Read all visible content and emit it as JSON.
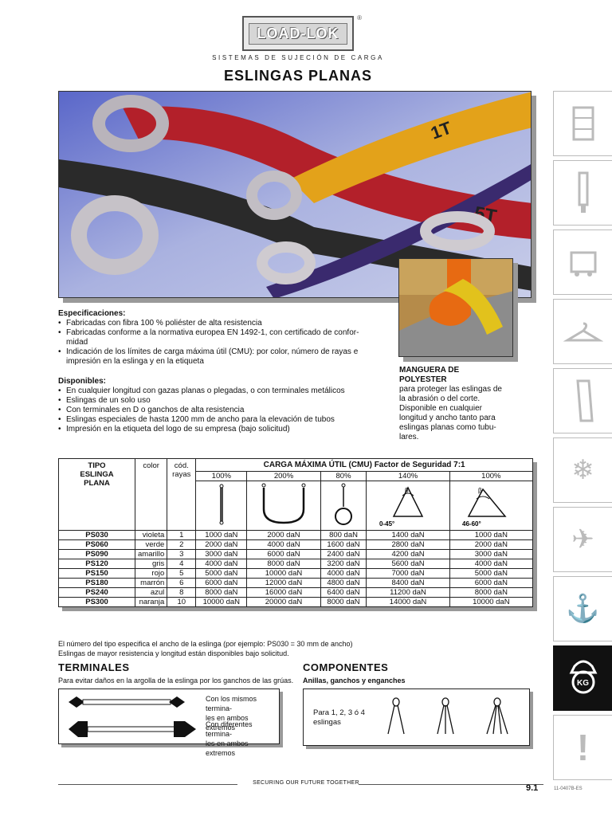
{
  "header": {
    "logo_text": "LOAD-LOK",
    "reg_mark": "®",
    "tagline": "SISTEMAS DE SUJECIÓN DE CARGA",
    "title": "ESLINGAS PLANAS"
  },
  "photo_labels": {
    "sling_1": "1T",
    "sling_2": "5T"
  },
  "specs": {
    "heading": "Especificaciones:",
    "items": [
      "Fabricadas con fibra 100 % poliéster de alta resistencia",
      "Fabricadas conforme a la normativa europea EN 1492-1, con certificado de confor-",
      "midad",
      "Indicación de los límites de carga máxima útil (CMU): por color, número de rayas e",
      "impresión en la eslinga y en la etiqueta"
    ]
  },
  "available": {
    "heading": "Disponibles:",
    "items": [
      "En cualquier longitud con gazas planas o plegadas, o con terminales metálicos",
      "Eslingas de un solo uso",
      "Con terminales en D o ganchos de alta resistencia",
      "Eslingas especiales de hasta 1200 mm de ancho para la elevación de tubos",
      "Impresión en la etiqueta del logo de su empresa (bajo solicitud)"
    ]
  },
  "hose": {
    "heading_1": "MANGUERA DE",
    "heading_2": "POLYESTER",
    "lines": [
      "para proteger las eslingas de",
      "la abrasión o del corte.",
      "Disponible en cualquier",
      "longitud y ancho tanto para",
      "eslingas planas como tubu-",
      "lares."
    ]
  },
  "table": {
    "h_tipo_1": "TIPO",
    "h_tipo_2": "ESLINGA",
    "h_tipo_3": "PLANA",
    "h_color": "color",
    "h_cod_1": "cód.",
    "h_cod_2": "rayas",
    "h_cmu": "CARGA MÁXIMA ÚTIL (CMU) Factor de Seguridad 7:1",
    "pcts": [
      "100%",
      "200%",
      "80%",
      "140%",
      "100%"
    ],
    "angle_1": "0-45°",
    "angle_2": "46-60°",
    "beta": "β",
    "rows": [
      {
        "tipo": "PS030",
        "color": "violeta",
        "rayas": "1",
        "v": [
          "1000 daN",
          "2000 daN",
          "800 daN",
          "1400 daN",
          "1000 daN"
        ]
      },
      {
        "tipo": "PS060",
        "color": "verde",
        "rayas": "2",
        "v": [
          "2000 daN",
          "4000 daN",
          "1600 daN",
          "2800 daN",
          "2000 daN"
        ]
      },
      {
        "tipo": "PS090",
        "color": "amarillo",
        "rayas": "3",
        "v": [
          "3000 daN",
          "6000 daN",
          "2400 daN",
          "4200 daN",
          "3000 daN"
        ]
      },
      {
        "tipo": "PS120",
        "color": "gris",
        "rayas": "4",
        "v": [
          "4000 daN",
          "8000 daN",
          "3200 daN",
          "5600 daN",
          "4000 daN"
        ]
      },
      {
        "tipo": "PS150",
        "color": "rojo",
        "rayas": "5",
        "v": [
          "5000 daN",
          "10000 daN",
          "4000 daN",
          "7000 daN",
          "5000 daN"
        ]
      },
      {
        "tipo": "PS180",
        "color": "marrón",
        "rayas": "6",
        "v": [
          "6000 daN",
          "12000 daN",
          "4800 daN",
          "8400 daN",
          "6000 daN"
        ]
      },
      {
        "tipo": "PS240",
        "color": "azul",
        "rayas": "8",
        "v": [
          "8000 daN",
          "16000 daN",
          "6400 daN",
          "11200 daN",
          "8000 daN"
        ]
      },
      {
        "tipo": "PS300",
        "color": "naranja",
        "rayas": "10",
        "v": [
          "10000 daN",
          "20000 daN",
          "8000 daN",
          "14000 daN",
          "10000 daN"
        ]
      }
    ]
  },
  "notes": {
    "line1": "El número del tipo especifica el ancho de la eslinga (por ejemplo: PS030 = 30 mm de ancho)",
    "line2": "Eslingas de mayor resistencia y longitud están disponibles bajo solicitud."
  },
  "terminales": {
    "title": "TERMINALES",
    "subtitle": "Para evitar daños en la argolla de la eslinga por los ganchos de las grúas.",
    "item1_a": "Con los mismos termina-",
    "item1_b": "les en ambos extremos",
    "item2_a": "Con diferentes termina-",
    "item2_b": "les en ambos extremos"
  },
  "componentes": {
    "title": "COMPONENTES",
    "subtitle": "Anillas, ganchos y enganches",
    "text_a": "Para 1, 2, 3 ó 4",
    "text_b": "eslingas"
  },
  "sidebar": {
    "icons": [
      "strap-icon",
      "bar-icon",
      "truck-icon",
      "hanger-icon",
      "sling-icon",
      "snowflake-icon",
      "airplane-icon",
      "anchor-icon",
      "kg-weight-icon",
      "warning-icon"
    ],
    "kg": "KG",
    "active_index": 8
  },
  "footer": {
    "slogan": "SECURING OUR FUTURE TOGETHER",
    "page": "9.1",
    "code": "11-0407B-ES"
  }
}
